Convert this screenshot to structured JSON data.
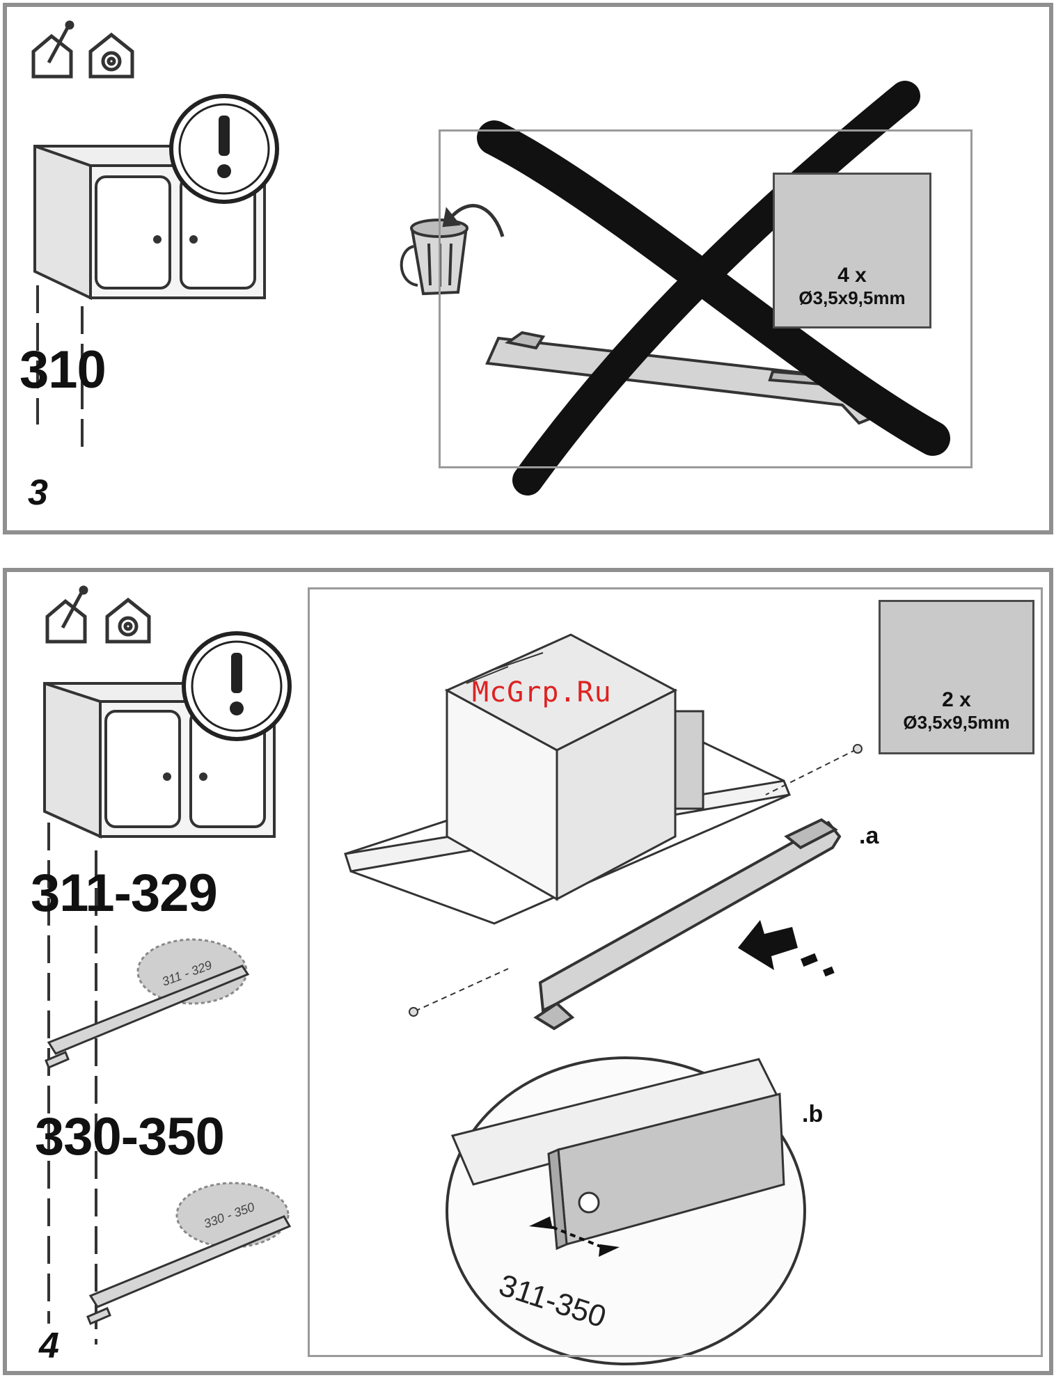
{
  "step3": {
    "number": "3",
    "dimension": "310",
    "screws": {
      "qty": "4 x",
      "spec": "Ø3,5x9,5mm"
    }
  },
  "step4": {
    "number": "4",
    "dimension_a": "311-329",
    "dimension_b": "330-350",
    "tag_a": "311 - 329",
    "tag_b": "330 - 350",
    "screws": {
      "qty": "2 x",
      "spec": "Ø3,5x9,5mm"
    },
    "label_a": ".a",
    "label_b": ".b",
    "adjust_range": "311-350"
  },
  "watermark": "McGrp.Ru"
}
